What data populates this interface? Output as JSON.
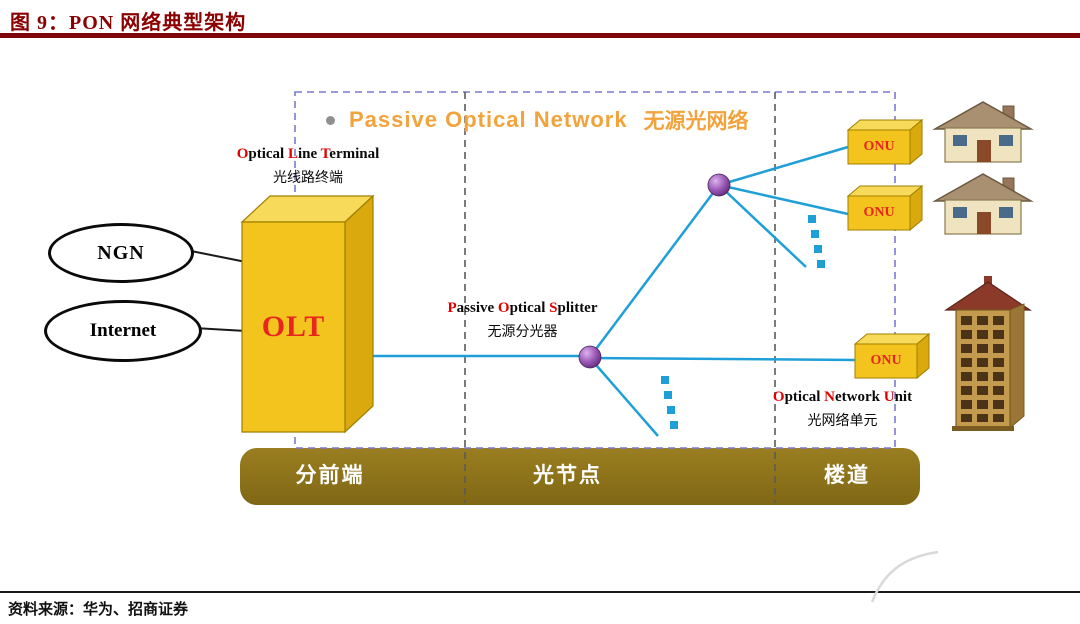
{
  "page": {
    "title": "图 9：PON 网络典型架构",
    "source": "资料来源：华为、招商证券"
  },
  "diagram": {
    "pon_heading": {
      "en": "Passive Optical Network",
      "cn": "无源光网络"
    },
    "inputs": [
      {
        "label": "NGN"
      },
      {
        "label": "Internet"
      }
    ],
    "olt": {
      "en_parts": [
        {
          "text": "O",
          "accent": true
        },
        {
          "text": "ptical "
        },
        {
          "text": "L",
          "accent": true
        },
        {
          "text": "ine "
        },
        {
          "text": "T",
          "accent": true
        },
        {
          "text": "erminal"
        }
      ],
      "cn": "光线路终端",
      "box_label": "OLT"
    },
    "splitter": {
      "en_parts": [
        {
          "text": "P",
          "accent": true
        },
        {
          "text": "assive "
        },
        {
          "text": "O",
          "accent": true
        },
        {
          "text": "ptical "
        },
        {
          "text": "S",
          "accent": true
        },
        {
          "text": "plitter"
        }
      ],
      "cn": "无源分光器"
    },
    "onu": {
      "en_parts": [
        {
          "text": "O",
          "accent": true
        },
        {
          "text": "ptical "
        },
        {
          "text": "N",
          "accent": true
        },
        {
          "text": "etwork "
        },
        {
          "text": "U",
          "accent": true
        },
        {
          "text": "nit"
        }
      ],
      "cn": "光网络单元",
      "box_label": "ONU"
    },
    "zones": [
      {
        "label": "分前端"
      },
      {
        "label": "光节点"
      },
      {
        "label": "楼道"
      }
    ]
  },
  "colors": {
    "title_red": "#8B0000",
    "accent_red": "#E00000",
    "olt_text_red": "#E8251F",
    "heading_orange": "#F2A33C",
    "line_blue": "#1F9FD8",
    "box_gold": "#F2C41D",
    "bar_olive": "#8E741B",
    "dash_purple": "#7A7ACF",
    "sphere_purple": "#8E44AD"
  }
}
